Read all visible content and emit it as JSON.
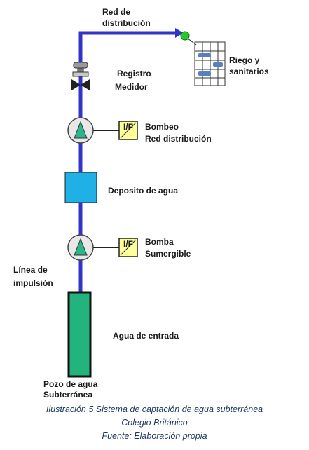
{
  "labels": {
    "red_line1": "Red de",
    "red_line2": "distribución",
    "riego_line1": "Riego y",
    "riego_line2": "sanitarios",
    "registro_line1": "Registro",
    "registro_line2": "Medidor",
    "bombeo_line1": "Bombeo",
    "bombeo_line2": "Red distribución",
    "deposito": "Deposito de agua",
    "bomba_line1": "Bomba",
    "bomba_line2": "Sumergible",
    "linea_line1": "Línea de",
    "linea_line2": "impulsión",
    "agua_entrada": "Agua de entrada",
    "pozo_line1": "Pozo de agua",
    "pozo_line2": "Subterránea",
    "controller_symbol": "I/F"
  },
  "caption": {
    "line1": "Ilustración 5 Sistema de captación de agua subterránea",
    "line2": "Colegio Británico",
    "line3": "Fuente: Elaboración propia"
  },
  "colors": {
    "pipe": "#3333cc",
    "tank": "#1fb0e6",
    "well": "#22b47c",
    "pump_triangle": "#2bb58a",
    "controller_fill": "#ffff99",
    "outlet_node": "#22cc22",
    "grid_block": "#5a7fc0",
    "caption_text": "#1f3864"
  }
}
